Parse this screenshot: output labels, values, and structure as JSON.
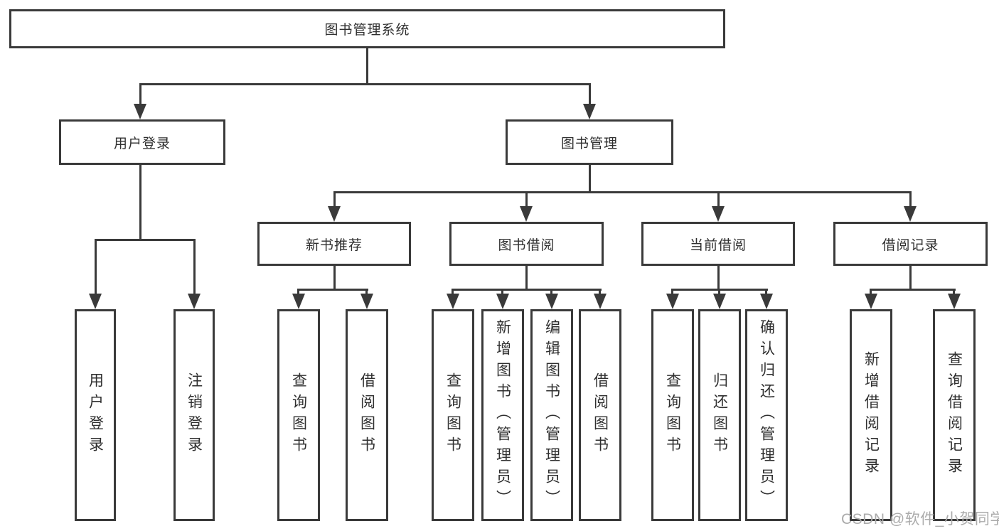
{
  "diagram": {
    "root": {
      "label": "图书管理系统"
    },
    "level1": [
      {
        "id": "user-login",
        "label": "用户登录"
      },
      {
        "id": "book-management",
        "label": "图书管理"
      }
    ],
    "level2": [
      {
        "id": "new-book-recommend",
        "label": "新书推荐"
      },
      {
        "id": "book-borrow",
        "label": "图书借阅"
      },
      {
        "id": "current-borrow",
        "label": "当前借阅"
      },
      {
        "id": "borrow-record",
        "label": "借阅记录"
      }
    ],
    "leaves": {
      "user_login": [
        {
          "label": "用户登录"
        },
        {
          "label": "注销登录"
        }
      ],
      "new_book_recommend": [
        {
          "label": "查询图书"
        },
        {
          "label": "借阅图书"
        }
      ],
      "book_borrow": [
        {
          "label": "查询图书"
        },
        {
          "label": "新增图书（管理员）"
        },
        {
          "label": "编辑图书（管理员）"
        },
        {
          "label": "借阅图书"
        }
      ],
      "current_borrow": [
        {
          "label": "查询图书"
        },
        {
          "label": "归还图书"
        },
        {
          "label": "确认归还（管理员）"
        }
      ],
      "borrow_record": [
        {
          "label": "新增借阅记录"
        },
        {
          "label": "查询借阅记录"
        }
      ]
    }
  },
  "watermark": {
    "text": "CSDN @软件_小贺同学",
    "color": "#ababab"
  },
  "colors": {
    "line": "#3a3a3a",
    "text": "#2f2f2f",
    "background": "#ffffff"
  }
}
